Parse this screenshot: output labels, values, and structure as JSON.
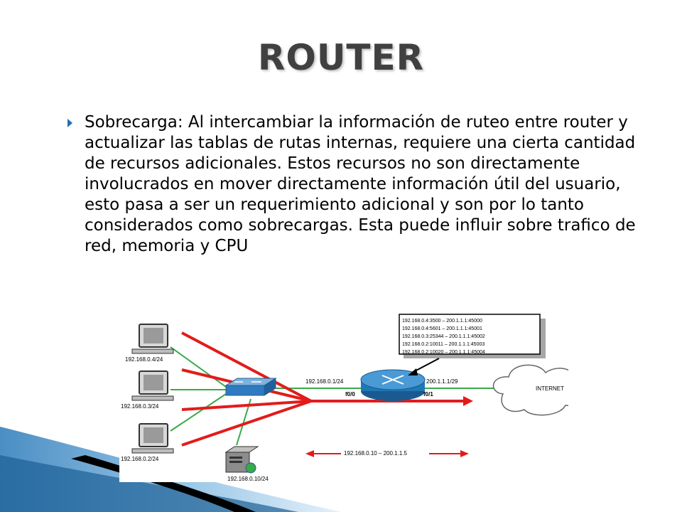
{
  "slide": {
    "title": "ROUTER",
    "bullet_text": "Sobrecarga: Al intercambiar la información de ruteo entre router y actualizar las tablas de rutas internas, requiere una cierta cantidad de recursos adicionales. Estos recursos no son directamente involucrados en mover directamente información útil del usuario, esto pasa a ser un requerimiento adicional y son por lo tanto considerados como sobrecargas. Esta puede influir sobre trafico de red, memoria y CPU"
  },
  "diagram": {
    "hosts": [
      {
        "ip": "192.168.0.4/24"
      },
      {
        "ip": "192.168.0.3/24"
      },
      {
        "ip": "192.168.0.2/24"
      }
    ],
    "server_ip": "192.168.0.10/24",
    "router_inside_ip": "192.168.0.1/24",
    "router_outside_ip": "200.1.1.1/29",
    "router_inside_if": "f0/0",
    "router_outside_if": "f0/1",
    "internet_label": "INTERNET",
    "nat_table": [
      "192.168.0.4:3500   – 200.1.1.1:45000",
      "192.168.0.4:5601   – 200.1.1.1:45001",
      "192.168.0.3:25344 – 200.1.1.1:45002",
      "192.168.0.2:10011 – 200.1.1.1:45003",
      "192.168.0.2:10020 – 200.1.1.1:45004"
    ],
    "translation_label": "192.168.0.10 – 200.1.1.5",
    "colors": {
      "red": "#e31b1b",
      "green": "#3aa94a",
      "router": "#1f78b4"
    }
  }
}
